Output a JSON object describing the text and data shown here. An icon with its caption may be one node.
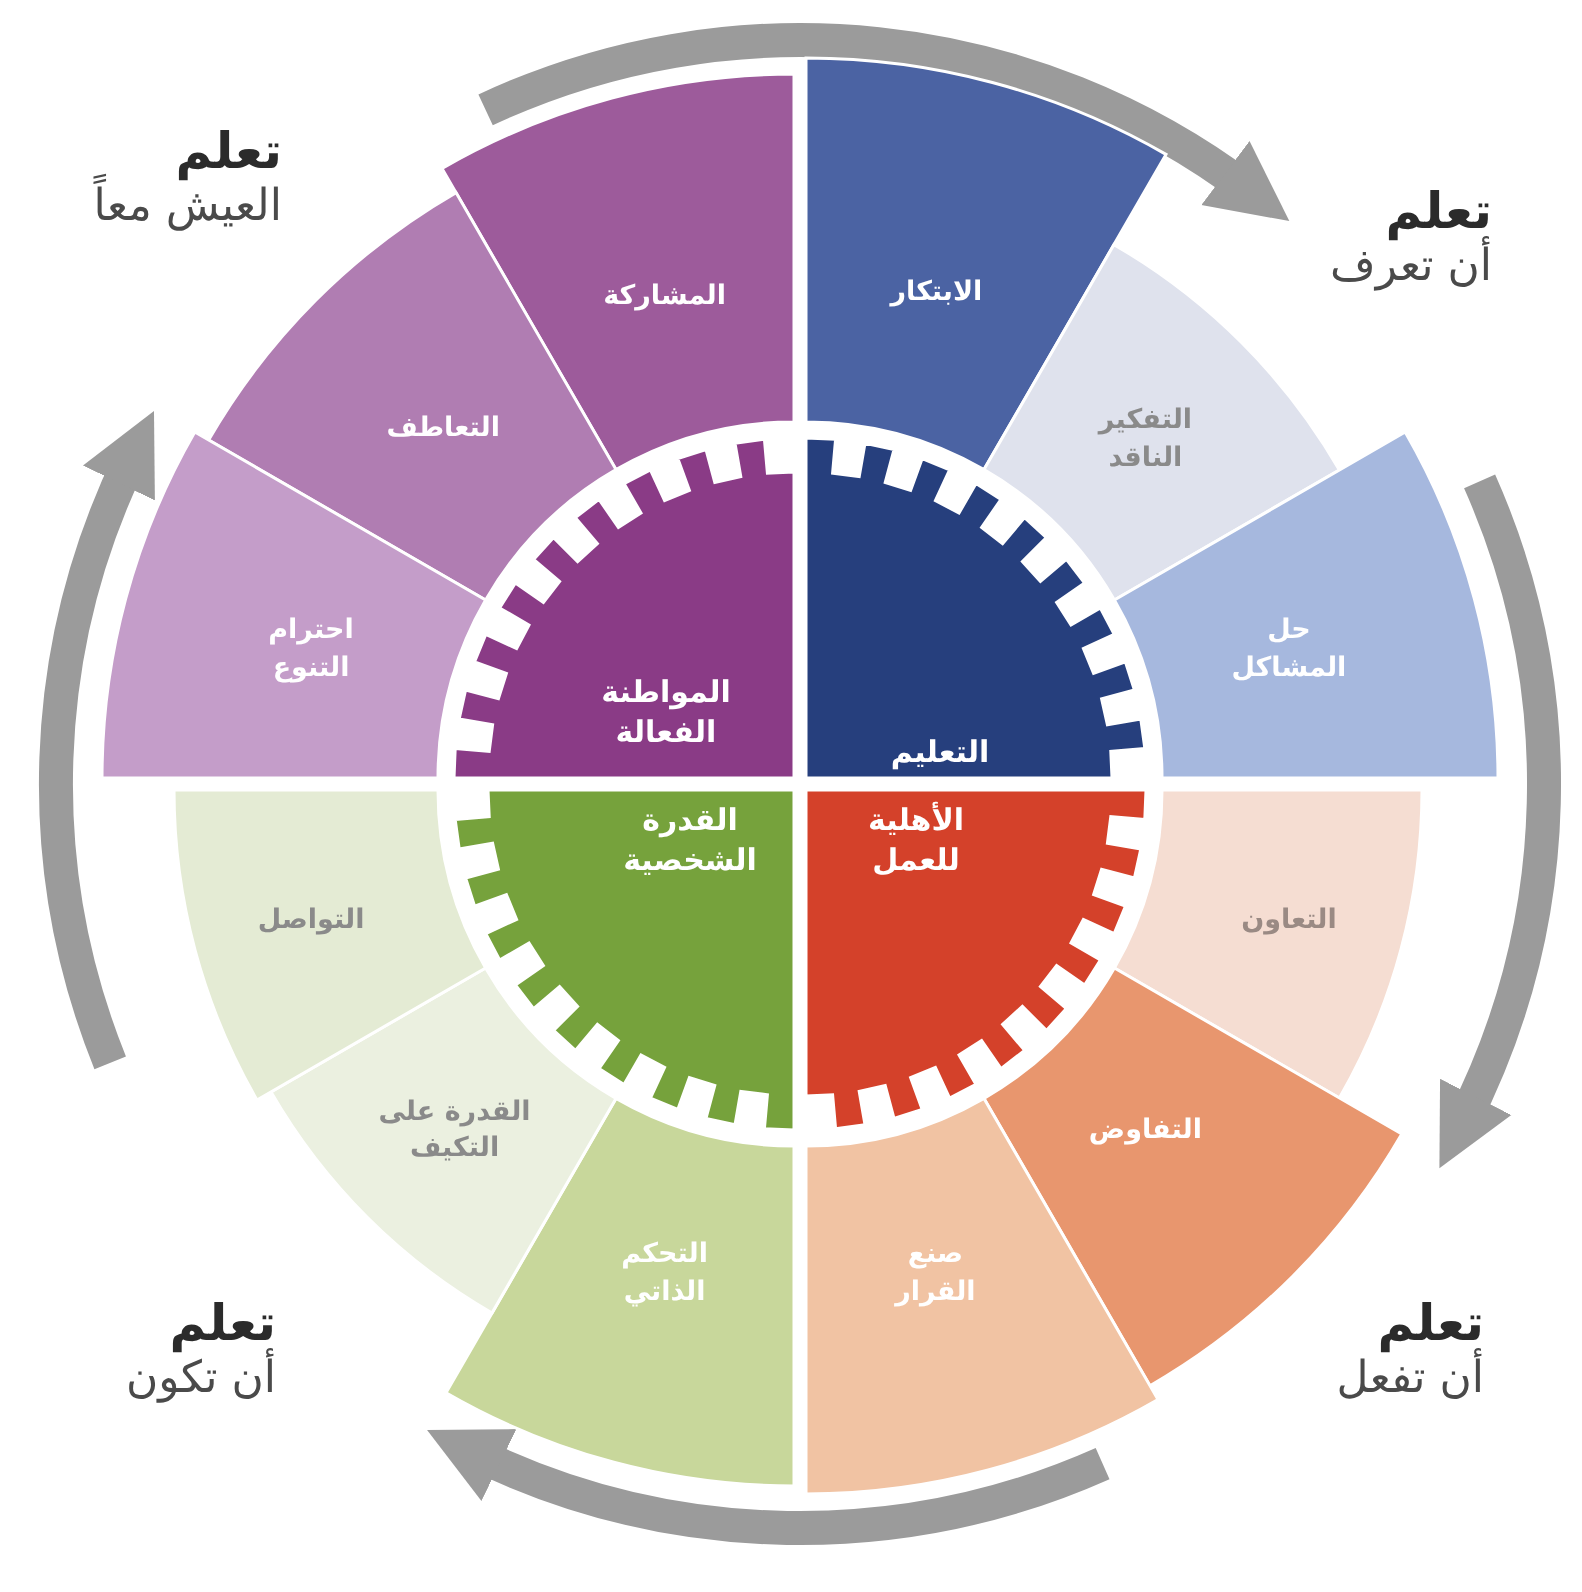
{
  "diagram": {
    "nodes": [
      {
        "text": [
          "تعلم",
          "العيش معاً"
        ]
      },
      {
        "text": [
          "تعلم",
          "أن تعرف"
        ]
      },
      {
        "text": [
          "تعلم",
          "أن تفعل"
        ]
      },
      {
        "text": [
          "تعلم",
          "أن تكون"
        ]
      },
      {
        "text": [
          "المواطنة الفعالة"
        ]
      },
      {
        "text": [
          "التعليم"
        ]
      },
      {
        "text": [
          "الأهلية للعمل"
        ]
      },
      {
        "text": [
          "القدرة الشخصية"
        ]
      },
      {
        "text": [
          "المشاركة"
        ]
      },
      {
        "text": [
          "التعاطف"
        ]
      },
      {
        "text": [
          "احترام التنوع"
        ]
      },
      {
        "text": [
          "الابتكار"
        ]
      },
      {
        "text": [
          "التفكير الناقد"
        ]
      },
      {
        "text": [
          "حل المشاكل"
        ]
      },
      {
        "text": [
          "التعاون"
        ]
      },
      {
        "text": [
          "التفاوض"
        ]
      },
      {
        "text": [
          "صنع القرار"
        ]
      },
      {
        "text": [
          "التحكم الذاتي"
        ]
      },
      {
        "text": [
          "القدرة على التكيف"
        ]
      },
      {
        "text": [
          "التواصل"
        ]
      }
    ]
  }
}
